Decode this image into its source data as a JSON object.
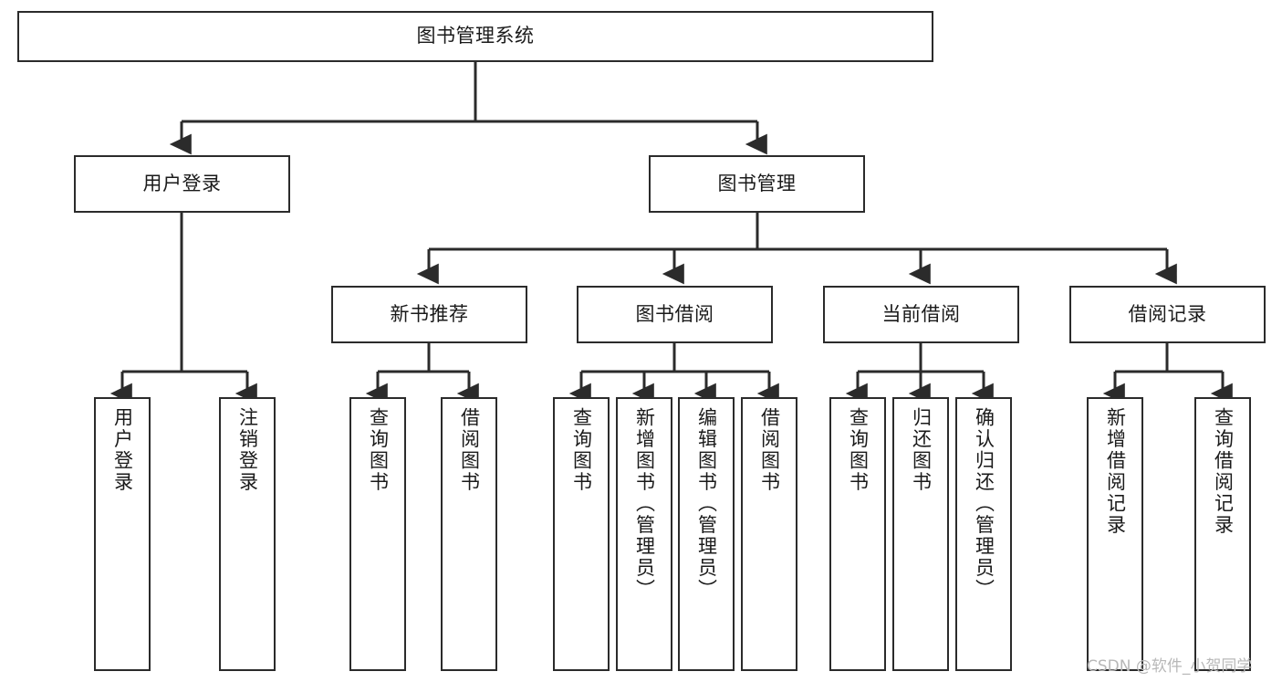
{
  "diagram": {
    "title": "图书管理系统",
    "type": "hierarchy-tree",
    "background_color": "#ffffff",
    "border_color": "#2b2b2b",
    "text_color": "#1a1a1a",
    "levels": [
      {
        "level": 1,
        "nodes": [
          {
            "id": "root",
            "label": "图书管理系统",
            "orientation": "horizontal"
          }
        ]
      },
      {
        "level": 2,
        "nodes": [
          {
            "id": "login",
            "label": "用户登录",
            "orientation": "horizontal"
          },
          {
            "id": "bookmgmt",
            "label": "图书管理",
            "orientation": "horizontal"
          }
        ]
      },
      {
        "level": 3,
        "nodes": [
          {
            "id": "newbook",
            "label": "新书推荐",
            "orientation": "horizontal"
          },
          {
            "id": "borrow",
            "label": "图书借阅",
            "orientation": "horizontal"
          },
          {
            "id": "current",
            "label": "当前借阅",
            "orientation": "horizontal"
          },
          {
            "id": "record",
            "label": "借阅记录",
            "orientation": "horizontal"
          }
        ]
      },
      {
        "level": 4,
        "nodes": [
          {
            "id": "leaf1",
            "label": "用户登录",
            "orientation": "vertical",
            "parent": "login"
          },
          {
            "id": "leaf2",
            "label": "注销登录",
            "orientation": "vertical",
            "parent": "login"
          },
          {
            "id": "leaf3",
            "label": "查询图书",
            "orientation": "vertical",
            "parent": "newbook"
          },
          {
            "id": "leaf4",
            "label": "借阅图书",
            "orientation": "vertical",
            "parent": "newbook"
          },
          {
            "id": "leaf5",
            "label": "查询图书",
            "orientation": "vertical",
            "parent": "borrow"
          },
          {
            "id": "leaf6",
            "label": "新增图书（管理员）",
            "orientation": "vertical",
            "parent": "borrow"
          },
          {
            "id": "leaf7",
            "label": "编辑图书（管理员）",
            "orientation": "vertical",
            "parent": "borrow"
          },
          {
            "id": "leaf8",
            "label": "借阅图书",
            "orientation": "vertical",
            "parent": "borrow"
          },
          {
            "id": "leaf9",
            "label": "查询图书",
            "orientation": "vertical",
            "parent": "current"
          },
          {
            "id": "leaf10",
            "label": "归还图书",
            "orientation": "vertical",
            "parent": "current"
          },
          {
            "id": "leaf11",
            "label": "确认归还（管理员）",
            "orientation": "vertical",
            "parent": "current"
          },
          {
            "id": "leaf12",
            "label": "新增借阅记录",
            "orientation": "vertical",
            "parent": "record"
          },
          {
            "id": "leaf13",
            "label": "查询借阅记录",
            "orientation": "vertical",
            "parent": "record"
          }
        ]
      }
    ]
  },
  "watermark": {
    "text": "CSDN @软件_小贺同学",
    "color": "#b8b8b8"
  }
}
